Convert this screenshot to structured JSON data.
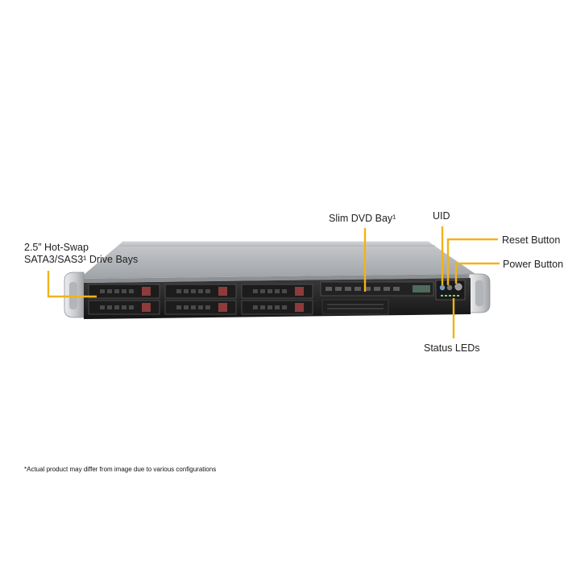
{
  "callouts": {
    "drive_bays_line1": "2.5” Hot-Swap",
    "drive_bays_line2": "SATA3/SAS3¹ Drive Bays",
    "slim_dvd": "Slim DVD Bay¹",
    "uid": "UID",
    "reset": "Reset Button",
    "power": "Power Button",
    "status_leds": "Status LEDs"
  },
  "footnote": "*Actual product may differ from image due to various configurations",
  "colors": {
    "callout_line": "#f2b318",
    "chassis_top": "#b9bcbf",
    "bezel": "#2a2a2a",
    "drive_release": "#8e3b3b",
    "handle": "#d7d9db"
  }
}
